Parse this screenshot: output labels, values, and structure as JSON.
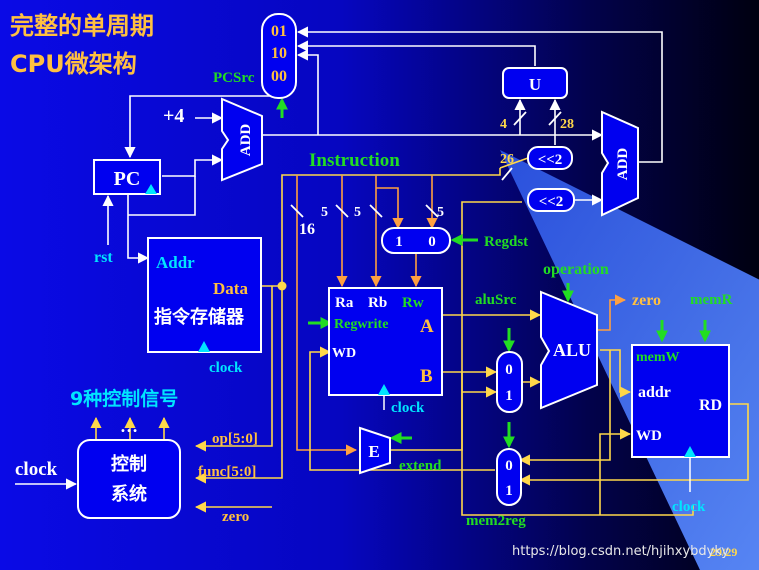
{
  "slide": {
    "title_line1": "完整的单周期",
    "title_line2": "CPU微架构",
    "page_number": "29/29",
    "watermark": "https://blog.csdn.net/hjihxybdyky"
  },
  "pc": {
    "label": "PC",
    "reset": "rst"
  },
  "adders": {
    "pc_add_label": "ADD",
    "plus4": "+4",
    "branch_add_label": "ADD"
  },
  "pc_mux": {
    "in0": "01",
    "in1": "10",
    "in2": "00",
    "select": "PCSrc"
  },
  "u_block": {
    "label": "U",
    "width_low": "4",
    "width_high": "28"
  },
  "shift_units": {
    "jump_shift": "<<2",
    "jump_width": "26",
    "branch_shift": "<<2"
  },
  "instruction": {
    "bus_label": "Instruction",
    "width_16": "16",
    "width_5a": "5",
    "width_5b": "5",
    "width_5c": "5"
  },
  "imem": {
    "addr": "Addr",
    "data": "Data",
    "name": "指令存储器",
    "clock": "clock"
  },
  "regdst_mux": {
    "in1": "1",
    "in0": "0",
    "select": "Regdst"
  },
  "regfile": {
    "ra": "Ra",
    "rb": "Rb",
    "rw": "Rw",
    "regwrite": "Regwrite",
    "a": "A",
    "b": "B",
    "wd": "WD",
    "clock": "clock"
  },
  "alu": {
    "label": "ALU",
    "operation": "operation",
    "zero": "zero",
    "alusrc": "aluSrc",
    "mux_0": "0",
    "mux_1": "1"
  },
  "extend": {
    "label": "E",
    "signal": "extend"
  },
  "dmem": {
    "memw": "memW",
    "memr": "memR",
    "addr": "addr",
    "rd": "RD",
    "wd": "WD",
    "clock": "clock"
  },
  "mem2reg_mux": {
    "in0": "0",
    "in1": "1",
    "select": "mem2reg"
  },
  "control": {
    "title": "9种控制信号",
    "dots": "…",
    "line1": "控制",
    "line2": "系统",
    "clock": "clock",
    "op": "op[5:0]",
    "func": "func[5:0]",
    "zero": "zero"
  },
  "colors": {
    "bg_left": "#0a0ae0",
    "bg_right": "#000014",
    "beam": "#3e74f0",
    "block_fill": "#0000f0",
    "yellow_wire": "#ffd84a",
    "orange_wire": "#ffa040",
    "green_signal": "#22dd22",
    "cyan_text": "#00e5ff",
    "gold_text": "#ffc040"
  },
  "icon_names": [
    "arrowhead-icon",
    "clock-triangle-icon"
  ]
}
